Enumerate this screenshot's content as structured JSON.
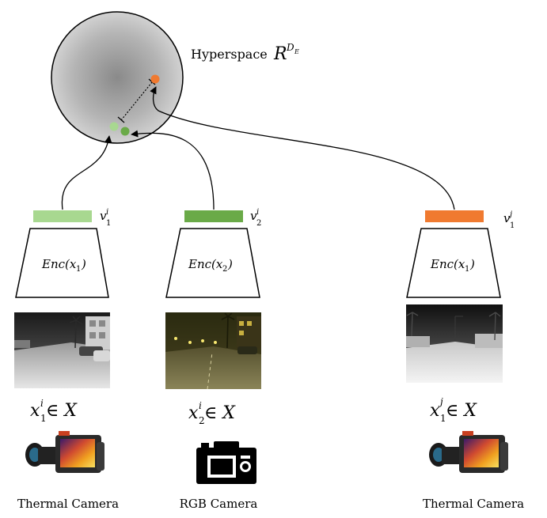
{
  "hyperspace": {
    "label": "Hyperspace",
    "symbol": "R",
    "superscript": "D",
    "sub_superscript": "E"
  },
  "columns": [
    {
      "embedding_label": {
        "base": "v",
        "sup": "i",
        "sub": "1"
      },
      "embedding_color": "#a8d890",
      "encoder": {
        "prefix": "Enc(x",
        "sub": "1",
        "suffix": ")"
      },
      "input_label": {
        "base": "x",
        "sup": "i",
        "sub": "1",
        "rest": " ∈ X"
      },
      "caption": "Thermal Camera",
      "camera_icon": "thermal-camera-icon",
      "image_type": "thermal street scene"
    },
    {
      "embedding_label": {
        "base": "v",
        "sup": "i",
        "sub": "2"
      },
      "embedding_color": "#6aaa48",
      "encoder": {
        "prefix": "Enc(x",
        "sub": "2",
        "suffix": ")"
      },
      "input_label": {
        "base": "x",
        "sup": "i",
        "sub": "2",
        "rest": " ∈ X"
      },
      "caption": "RGB Camera",
      "camera_icon": "rgb-camera-icon",
      "image_type": "RGB night street scene"
    },
    {
      "embedding_label": {
        "base": "v",
        "sup": "j",
        "sub": "1"
      },
      "embedding_color": "#f07a30",
      "encoder": {
        "prefix": "Enc(x",
        "sub": "1",
        "suffix": ")"
      },
      "input_label": {
        "base": "x",
        "sup": "j",
        "sub": "1",
        "rest": " ∈ X"
      },
      "caption": "Thermal Camera",
      "camera_icon": "thermal-camera-icon",
      "image_type": "thermal street scene"
    }
  ],
  "colors": {
    "light_green": "#a8d890",
    "green": "#6aaa48",
    "orange": "#f07a30"
  }
}
